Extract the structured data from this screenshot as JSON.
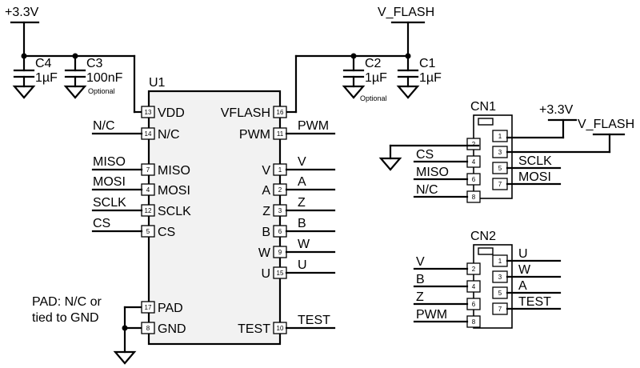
{
  "power": {
    "v33": "+3.3V",
    "vflash": "V_FLASH"
  },
  "caps": {
    "c4": {
      "name": "C4",
      "value": "1µF"
    },
    "c3": {
      "name": "C3",
      "value": "100nF",
      "note": "Optional"
    },
    "c2": {
      "name": "C2",
      "value": "1µF",
      "note": "Optional"
    },
    "c1": {
      "name": "C1",
      "value": "1µF"
    }
  },
  "u1": {
    "ref": "U1",
    "left_pins": [
      {
        "num": "13",
        "name": "VDD",
        "net": ""
      },
      {
        "num": "14",
        "name": "N/C",
        "net": "N/C"
      },
      {
        "num": "7",
        "name": "MISO",
        "net": "MISO"
      },
      {
        "num": "4",
        "name": "MOSI",
        "net": "MOSI"
      },
      {
        "num": "12",
        "name": "SCLK",
        "net": "SCLK"
      },
      {
        "num": "5",
        "name": "CS",
        "net": "CS"
      },
      {
        "num": "17",
        "name": "PAD",
        "net": ""
      },
      {
        "num": "8",
        "name": "GND",
        "net": ""
      }
    ],
    "right_pins": [
      {
        "num": "16",
        "name": "VFLASH",
        "net": ""
      },
      {
        "num": "11",
        "name": "PWM",
        "net": "PWM"
      },
      {
        "num": "1",
        "name": "V",
        "net": "V"
      },
      {
        "num": "2",
        "name": "A",
        "net": "A"
      },
      {
        "num": "3",
        "name": "Z",
        "net": "Z"
      },
      {
        "num": "6",
        "name": "B",
        "net": "B"
      },
      {
        "num": "9",
        "name": "W",
        "net": "W"
      },
      {
        "num": "15",
        "name": "U",
        "net": "U"
      },
      {
        "num": "10",
        "name": "TEST",
        "net": "TEST"
      }
    ],
    "pad_note_line1": "PAD: N/C or",
    "pad_note_line2": "tied to GND"
  },
  "cn1": {
    "ref": "CN1",
    "power_33": "+3.3V",
    "power_vflash": "V_FLASH",
    "left": [
      {
        "num": "2",
        "net": ""
      },
      {
        "num": "4",
        "net": "CS"
      },
      {
        "num": "6",
        "net": "MISO"
      },
      {
        "num": "8",
        "net": "N/C"
      }
    ],
    "right": [
      {
        "num": "1",
        "net": ""
      },
      {
        "num": "3",
        "net": ""
      },
      {
        "num": "5",
        "net": "SCLK"
      },
      {
        "num": "7",
        "net": "MOSI"
      }
    ]
  },
  "cn2": {
    "ref": "CN2",
    "left": [
      {
        "num": "2",
        "net": "V"
      },
      {
        "num": "4",
        "net": "B"
      },
      {
        "num": "6",
        "net": "Z"
      },
      {
        "num": "8",
        "net": "PWM"
      }
    ],
    "right": [
      {
        "num": "1",
        "net": "U"
      },
      {
        "num": "3",
        "net": "W"
      },
      {
        "num": "5",
        "net": "A"
      },
      {
        "num": "7",
        "net": "TEST"
      }
    ]
  }
}
